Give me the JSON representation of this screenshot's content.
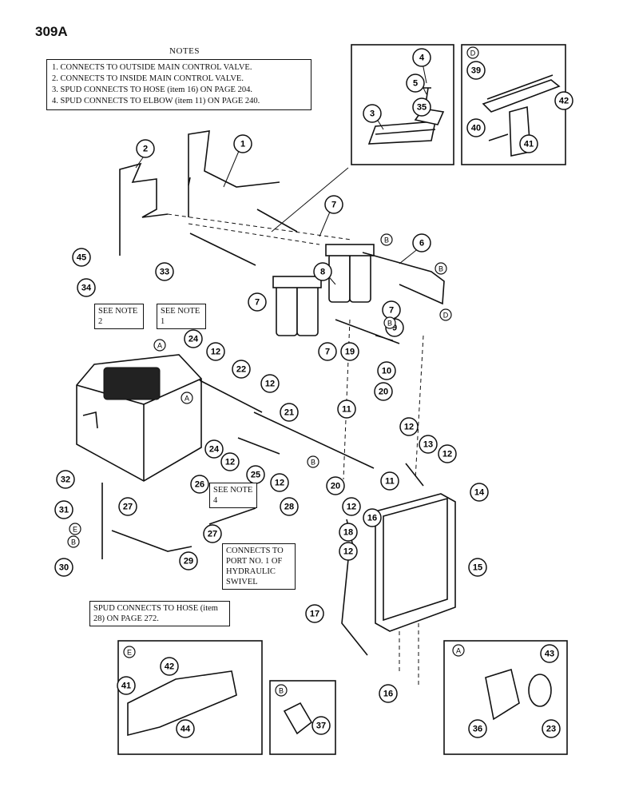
{
  "page_number": "309A",
  "notes": {
    "title": "NOTES",
    "items": [
      "1. CONNECTS TO OUTSIDE MAIN CONTROL VALVE.",
      "2. CONNECTS TO INSIDE MAIN CONTROL VALVE.",
      "3. SPUD CONNECTS TO HOSE (item 16) ON PAGE 204.",
      "4. SPUD CONNECTS TO ELBOW (item 11) ON PAGE 240."
    ]
  },
  "references": {
    "see_note_2": "SEE NOTE 2",
    "see_note_1": "SEE NOTE 1",
    "see_note_4": "SEE NOTE 4",
    "port_connect": "CONNECTS TO PORT NO. 1 OF HYDRAULIC SWIVEL",
    "spud_connect": "SPUD CONNECTS TO HOSE (item 28) ON PAGE 272."
  },
  "callouts": [
    "1",
    "2",
    "3",
    "4",
    "5",
    "6",
    "7",
    "8",
    "9",
    "10",
    "11",
    "12",
    "13",
    "14",
    "15",
    "16",
    "17",
    "18",
    "19",
    "20",
    "21",
    "22",
    "23",
    "24",
    "25",
    "26",
    "27",
    "28",
    "29",
    "30",
    "31",
    "32",
    "33",
    "34",
    "35",
    "36",
    "37",
    "39",
    "40",
    "41",
    "42",
    "43",
    "44",
    "45"
  ],
  "detail_letters": [
    "A",
    "B",
    "D",
    "E"
  ]
}
